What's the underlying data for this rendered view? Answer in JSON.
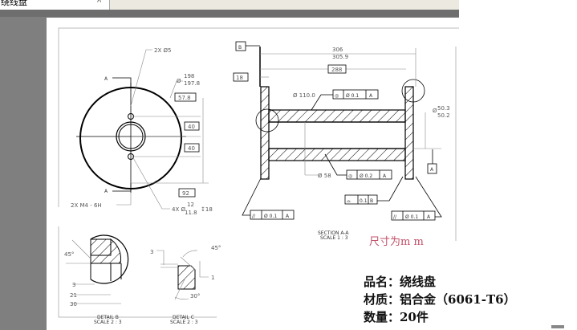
{
  "tab": {
    "title": "绕线盘",
    "close": "^"
  },
  "drawing": {
    "front_view": {
      "holes_label": "2X Ø5",
      "outer_dia_upper": "198",
      "outer_dia_lower": "197.8",
      "dia_symbol": "Ø",
      "dim_57_8": "57.8",
      "dim_40a": "40",
      "dim_40b": "40",
      "dim_92": "92",
      "thread_label": "2X M4 - 6H",
      "counterbore_prefix": "4X Ø",
      "counterbore_upper": "12",
      "counterbore_lower": "11.8",
      "counterbore_depth": "↧18",
      "section_mark_top": "A",
      "section_mark_bottom": "A"
    },
    "section_view": {
      "datum_b": "B",
      "dim_18": "18",
      "len_upper": "306",
      "len_lower": "305.9",
      "dim_288": "288",
      "bore_dia": "Ø 110.0",
      "fcf1": {
        "sym": "◎",
        "val": "Ø 0.1",
        "datum": "A"
      },
      "end_dia_prefix": "Ø",
      "end_dia_upper": "50.3",
      "end_dia_lower": "50.2",
      "datum_a": "A",
      "inner_dia": "Ø 58",
      "fcf2": {
        "sym": "◎",
        "val": "Ø 0.2",
        "datum": "A"
      },
      "fcf3": {
        "sym": "⌓",
        "val": "0.1",
        "datum": "B"
      },
      "fcf4": {
        "sym": "//",
        "val": "Ø 0.1",
        "datum": "A"
      },
      "fcf5": {
        "sym": "//",
        "val": "Ø 0.1",
        "datum": "A"
      },
      "title": "SECTION A-A",
      "scale": "SCALE 1 : 3"
    },
    "detail_b": {
      "angle": "45°",
      "d3": "3",
      "d21": "21",
      "d30": "30",
      "title": "DETAIL B",
      "scale": "SCALE 2 : 3"
    },
    "detail_c": {
      "d3": "3",
      "angle45": "45°",
      "d1": "1",
      "angle30": "30°",
      "title": "DETAIL C",
      "scale": "SCALE 2 : 3"
    }
  },
  "unit_note": "尺寸为m m",
  "info": {
    "name": "品名：绕线盘",
    "material": "材质：铝合金（6061-T6）",
    "quantity": "数量：20件"
  }
}
